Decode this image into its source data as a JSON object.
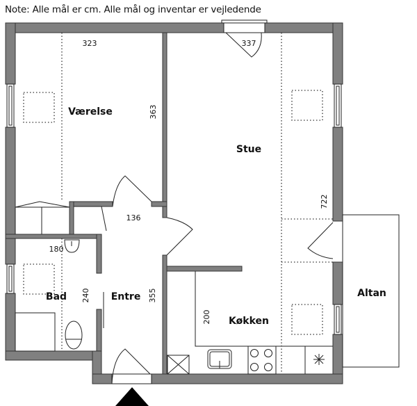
{
  "note": "Note: Alle mål er cm. Alle mål og inventar er vejledende",
  "rooms": {
    "vaerelse": "Værelse",
    "stue": "Stue",
    "bad": "Bad",
    "entre": "Entre",
    "kokken": "Køkken",
    "altan": "Altan"
  },
  "dimensions": {
    "vaerelse_width": "323",
    "vaerelse_length": "363",
    "stue_width": "337",
    "stue_length": "722",
    "entre_width": "136",
    "entre_length": "355",
    "bad_width": "180",
    "bad_length": "240",
    "kokken_length": "200"
  },
  "colors": {
    "wall": "#808080",
    "line": "#222222"
  }
}
